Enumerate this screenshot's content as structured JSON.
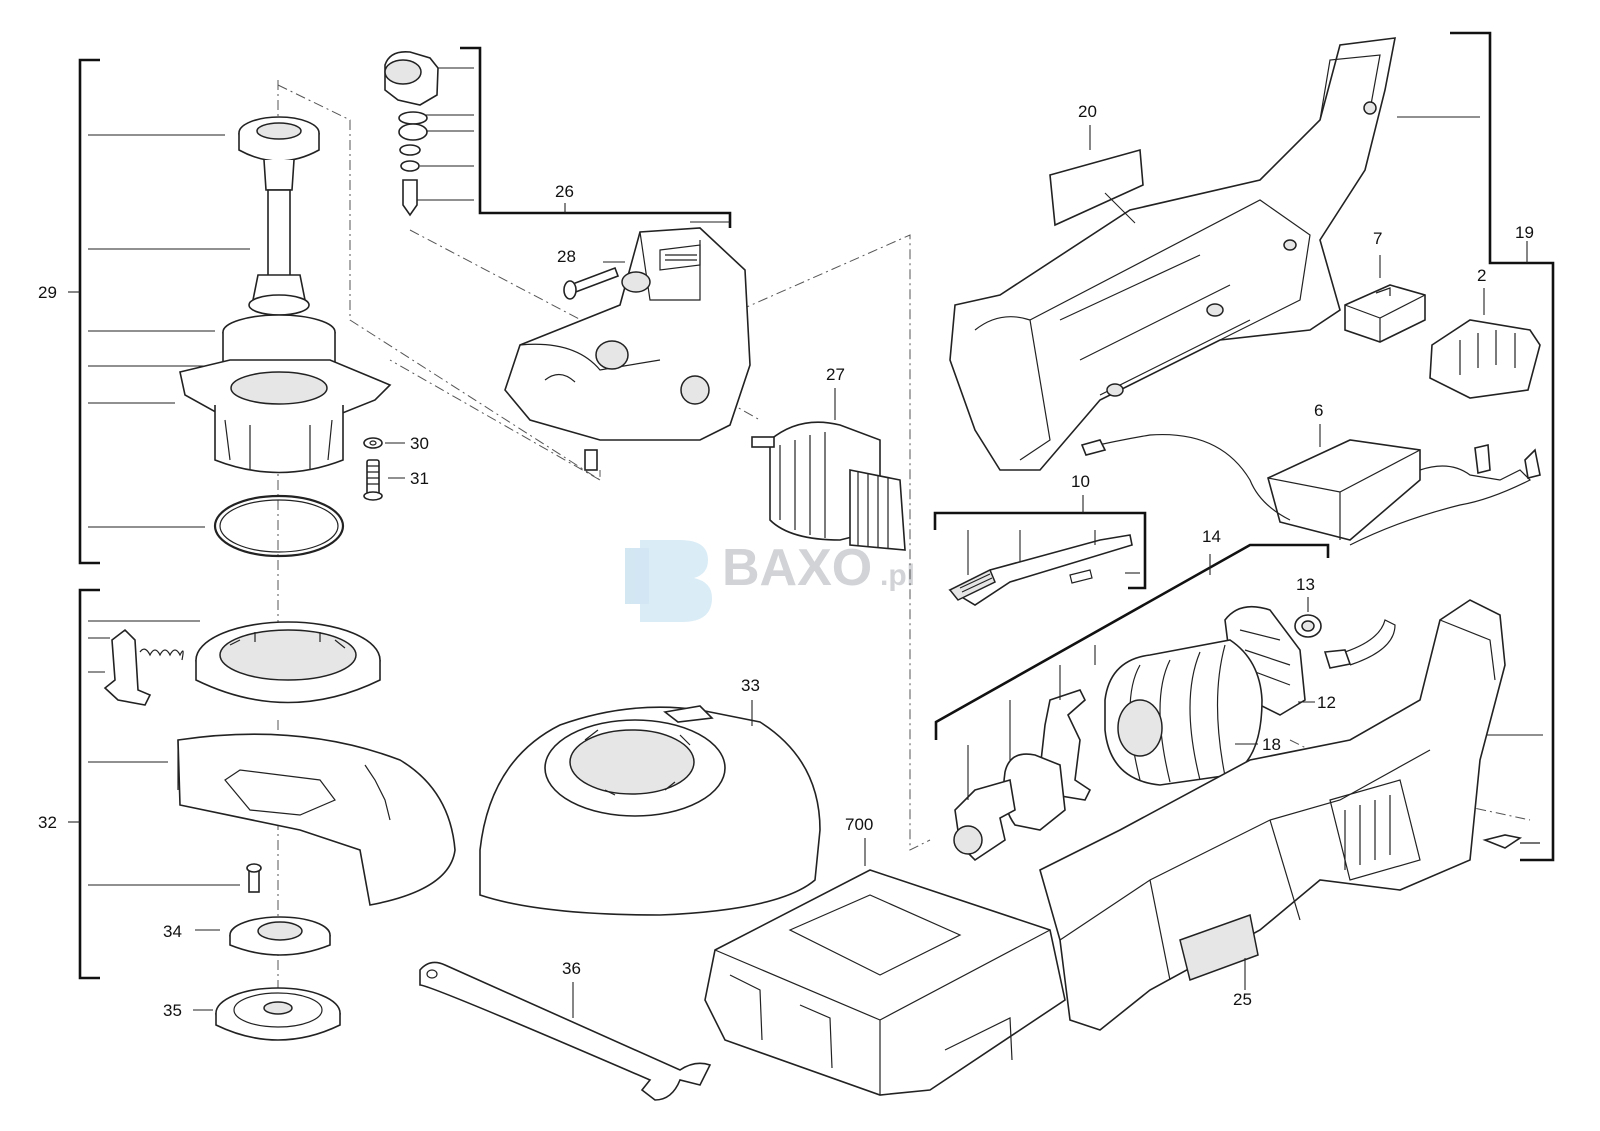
{
  "watermark": {
    "text": "BAXO",
    "suffix": ".pl"
  },
  "labels": {
    "l29": "29",
    "l26": "26",
    "l28": "28",
    "l27": "27",
    "l30": "30",
    "l31": "31",
    "l20": "20",
    "l19": "19",
    "l7": "7",
    "l2": "2",
    "l6": "6",
    "l10": "10",
    "l14": "14",
    "l13": "13",
    "l12": "12",
    "l18": "18",
    "l33": "33",
    "l32": "32",
    "l700": "700",
    "l34": "34",
    "l35": "35",
    "l36": "36",
    "l25": "25"
  }
}
